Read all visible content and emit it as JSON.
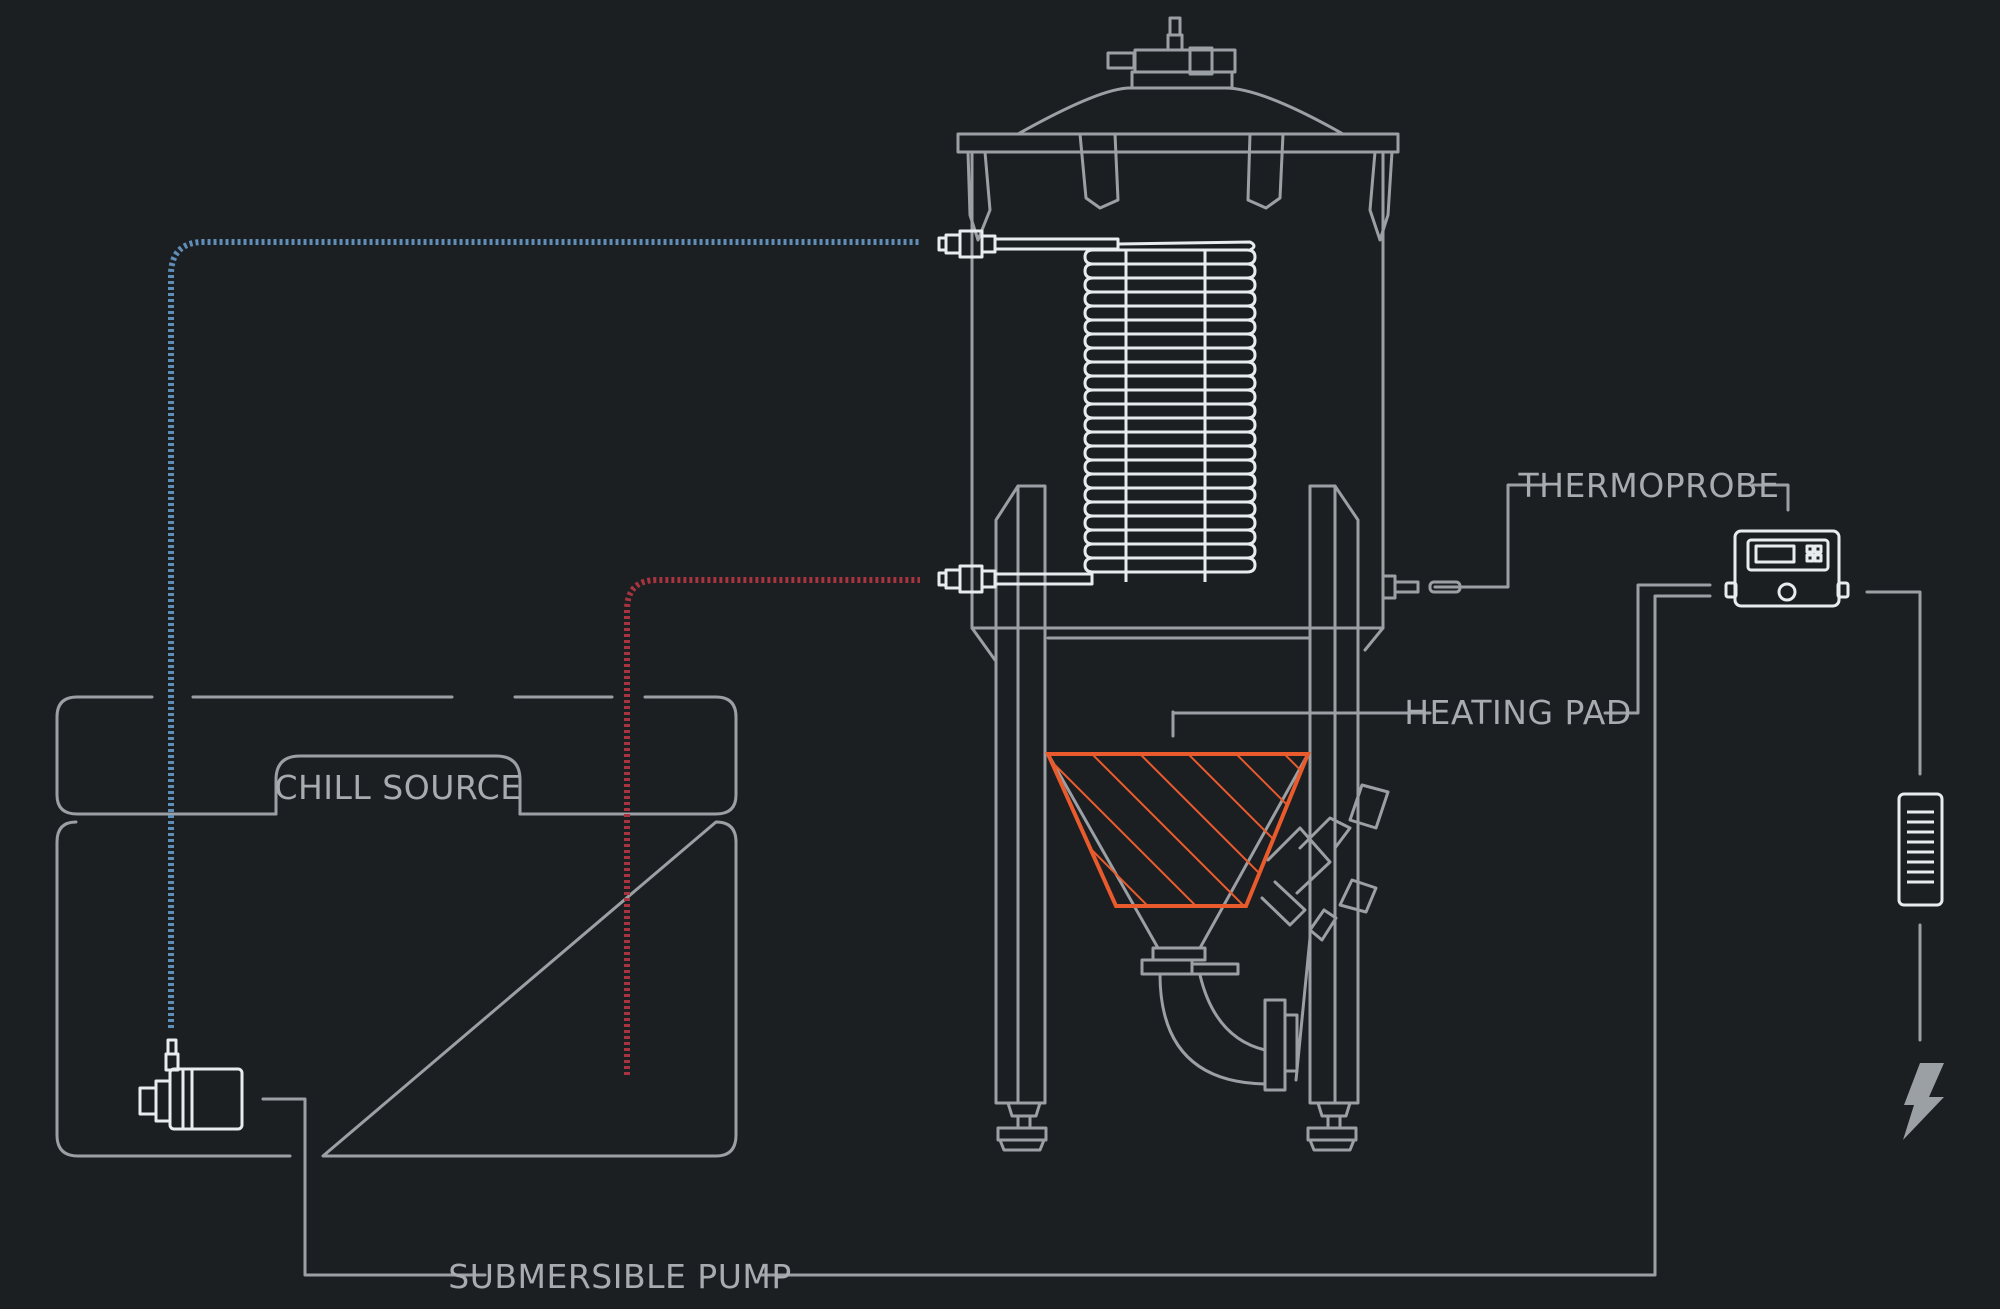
{
  "colors": {
    "background": "#1c1f22",
    "outline": "#9ba0a5",
    "coil": "#e9ecee",
    "cold_line": "#5f8fb8",
    "warm_line": "#a8343f",
    "heating_pad": "#e95a2c",
    "label_text": "#a7acb1"
  },
  "labels": {
    "chill_source": "CHILL SOURCE",
    "thermoprobe": "THERMOPROBE",
    "heating_pad": "HEATING PAD",
    "submersible_pump": "SUBMERSIBLE PUMP"
  },
  "icons": {
    "fermenter": "conical-fermenter-icon",
    "cooling_coil": "cooling-coil-icon",
    "pump": "submersible-pump-icon",
    "controller": "temperature-controller-icon",
    "power_adapter": "power-adapter-icon",
    "power": "lightning-bolt-icon"
  }
}
